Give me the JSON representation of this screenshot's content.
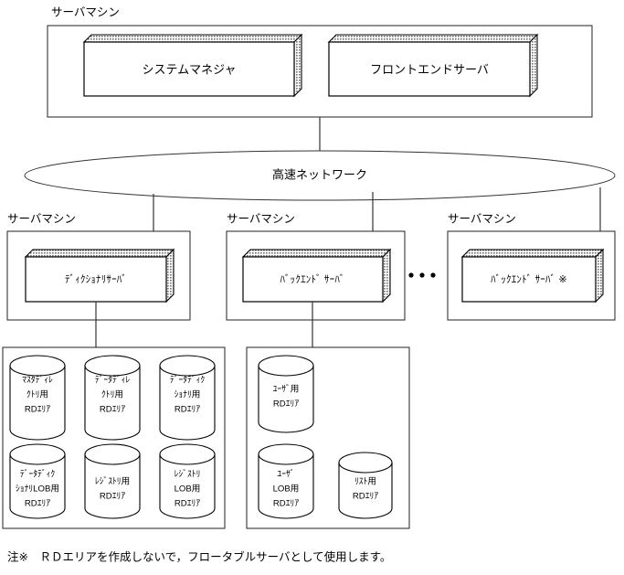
{
  "figure": {
    "machine_label": "サーバマシン",
    "top_machine": {
      "label": "サーバマシン",
      "servers": [
        {
          "name": "システムマネジャ"
        },
        {
          "name": "フロントエンドサーバ"
        }
      ]
    },
    "network": {
      "label": "高速ネットワーク",
      "shape": "ellipse"
    },
    "machines": [
      {
        "label": "サーバマシン",
        "server": "ﾃﾞｨｸｼｮﾅﾘｻｰﾊﾞ",
        "storage": {
          "cylinders": [
            {
              "lines": [
                "ﾏｽﾀﾃﾞｨﾚ",
                "ｸﾄﾘ用",
                "RDｴﾘｱ"
              ]
            },
            {
              "lines": [
                "ﾃﾞｰﾀﾃﾞｨﾚ",
                "ｸﾄﾘ用",
                "RDｴﾘｱ"
              ]
            },
            {
              "lines": [
                "ﾃﾞｰﾀﾃﾞｨｸ",
                "ｼｮﾅﾘ用",
                "RDｴﾘｱ"
              ]
            },
            {
              "lines": [
                "ﾃﾞｰﾀﾃﾞｨｸ",
                "ｼｮﾅﾘLOB用",
                "RDｴﾘｱ"
              ]
            },
            {
              "lines": [
                "ﾚｼﾞｽﾄﾘ用",
                "RDｴﾘｱ"
              ]
            },
            {
              "lines": [
                "ﾚｼﾞｽﾄﾘ",
                "LOB用",
                "RDｴﾘｱ"
              ]
            }
          ]
        }
      },
      {
        "label": "サーバマシン",
        "server": "ﾊﾞｯｸｴﾝﾄﾞ ｻｰﾊﾞ",
        "storage": {
          "cylinders": [
            {
              "lines": [
                "ﾕｰｻﾞ用",
                "RDｴﾘｱ"
              ]
            },
            {
              "lines": [
                "ﾕｰｻﾞ",
                "LOB用",
                "RDｴﾘｱ"
              ]
            },
            {
              "lines": [
                "ﾘｽﾄ用",
                "RDｴﾘｱ"
              ]
            }
          ]
        }
      },
      {
        "label": "サーバマシン",
        "server": "ﾊﾞｯｸｴﾝﾄﾞ ｻｰﾊﾞ ※",
        "storage": null
      }
    ],
    "ellipsis": "• • •",
    "note": "注※　ＲＤエリアを作成しないで，フロータブルサーバとして使用します。",
    "colors": {
      "line": "#222222",
      "text": "#000000",
      "background": "#ffffff"
    }
  }
}
